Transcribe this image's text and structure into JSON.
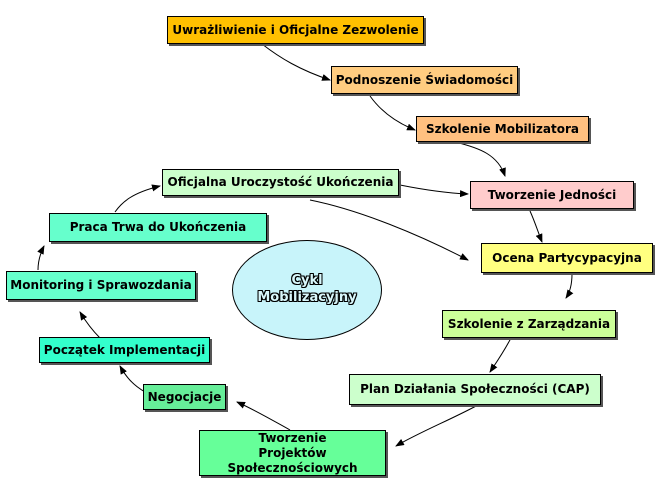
{
  "diagram": {
    "center": {
      "line1": "Cykl",
      "line2": "Mobilizacyjny"
    },
    "colors": {
      "gold": "#ffc000",
      "orange_light": "#ffcc80",
      "orange": "#ffc080",
      "pink": "#ffcccc",
      "yellow": "#ffff80",
      "light_green": "#ccff99",
      "pale_green": "#ccffcc",
      "green": "#66ff99",
      "mid_green": "#66ee99",
      "mint": "#66ffcc",
      "aqua": "#33ffcc",
      "ellipse": "#c8f4fa"
    },
    "nodes": {
      "n1": "Uwrażliwienie i Oficjalne Zezwolenie",
      "n2": "Podnoszenie Świadomości",
      "n3": "Szkolenie Mobilizatora",
      "n4": "Tworzenie Jedności",
      "n5": "Ocena Partycypacyjna",
      "n6": "Szkolenie z Zarządzania",
      "n7": "Plan Działania Społeczności (CAP)",
      "n8": "Tworzenie Projektów Społecznościowych",
      "n9": "Negocjacje",
      "n10": "Początek Implementacji",
      "n11": "Monitoring i Sprawozdania",
      "n12": "Praca Trwa do Ukończenia",
      "n13": "Oficjalna Uroczystość Ukończenia"
    }
  }
}
